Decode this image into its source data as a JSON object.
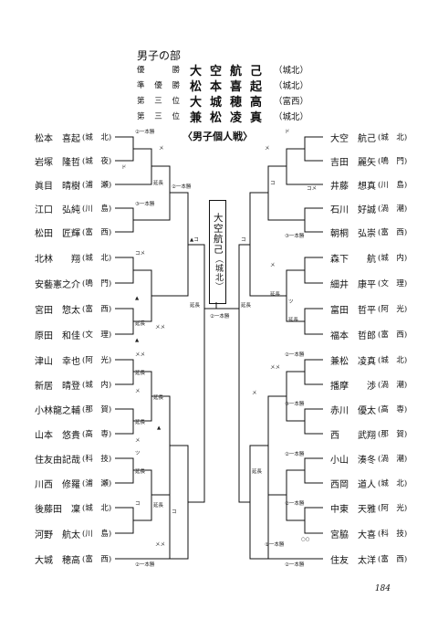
{
  "section_title": "男子の部",
  "results": [
    {
      "rank": "優　勝",
      "name": "大空航己",
      "school": "（城北）"
    },
    {
      "rank": "準優勝",
      "name": "松本喜起",
      "school": "（城北）"
    },
    {
      "rank": "第三位",
      "name": "大城穂高",
      "school": "（富西）"
    },
    {
      "rank": "第三位",
      "name": "兼松凌真",
      "school": "（城北）"
    }
  ],
  "division_title": "〈男子個人戦〉",
  "left_players": [
    {
      "name": "松本　喜起",
      "school": "(城　北)"
    },
    {
      "name": "岩塚　隆哲",
      "school": "(城　夜)"
    },
    {
      "name": "眞目　晴樹",
      "school": "(浦　瀬)"
    },
    {
      "name": "江口　弘純",
      "school": "(川　島)"
    },
    {
      "name": "松田　匠輝",
      "school": "(富　西)"
    },
    {
      "name": "北林　　翔",
      "school": "(城　北)"
    },
    {
      "name": "安藝憲之介",
      "school": "(鳴　門)"
    },
    {
      "name": "宮田　惣太",
      "school": "(富　西)"
    },
    {
      "name": "原田　和佳",
      "school": "(文　理)"
    },
    {
      "name": "津山　幸也",
      "school": "(阿　光)"
    },
    {
      "name": "新居　晴登",
      "school": "(城　内)"
    },
    {
      "name": "小林龍之輔",
      "school": "(那　賀)"
    },
    {
      "name": "山本　悠貴",
      "school": "(高　専)"
    },
    {
      "name": "住友由記哉",
      "school": "(科　技)"
    },
    {
      "name": "川西　修羅",
      "school": "(浦　瀬)"
    },
    {
      "name": "後藤田　凜",
      "school": "(城　北)"
    },
    {
      "name": "河野　航太",
      "school": "(川　島)"
    },
    {
      "name": "大城　穂高",
      "school": "(富　西)"
    }
  ],
  "right_players": [
    {
      "name": "大空　航己",
      "school": "(城　北)"
    },
    {
      "name": "吉田　麗矢",
      "school": "(鳴　門)"
    },
    {
      "name": "井藤　想真",
      "school": "(川　島)"
    },
    {
      "name": "石川　好誠",
      "school": "(渦　潮)"
    },
    {
      "name": "朝桐　弘崇",
      "school": "(富　西)"
    },
    {
      "name": "森下　　航",
      "school": "(城　内)"
    },
    {
      "name": "細井　康平",
      "school": "(文　理)"
    },
    {
      "name": "富田　哲平",
      "school": "(阿　光)"
    },
    {
      "name": "福本　哲郎",
      "school": "(富　西)"
    },
    {
      "name": "兼松　凌真",
      "school": "(城　北)"
    },
    {
      "name": "播摩　　渉",
      "school": "(渦　潮)"
    },
    {
      "name": "赤川　優太",
      "school": "(高　専)"
    },
    {
      "name": "西　　武翔",
      "school": "(那　賀)"
    },
    {
      "name": "小山　湊冬",
      "school": "(渦　潮)"
    },
    {
      "name": "西岡　道人",
      "school": "(城　北)"
    },
    {
      "name": "中東　天雅",
      "school": "(阿　光)"
    },
    {
      "name": "宮脇　大喜",
      "school": "(科　技)"
    },
    {
      "name": "住友　太洋",
      "school": "(富　西)"
    }
  ],
  "champion": {
    "name": "大空航己",
    "school": "（城北）"
  },
  "marks": {
    "ippon": "②一本勝",
    "ippon_b": "③一本勝",
    "ippon_c": "①一本勝",
    "enchou": "延長",
    "me": "メ",
    "ko": "コ",
    "do": "ド",
    "tsu": "ツ",
    "meme": "メメ",
    "kote_me": "コメ",
    "tri": "▲",
    "tri_ko": "▲コ",
    "circle": "○○"
  },
  "page_number": "184"
}
